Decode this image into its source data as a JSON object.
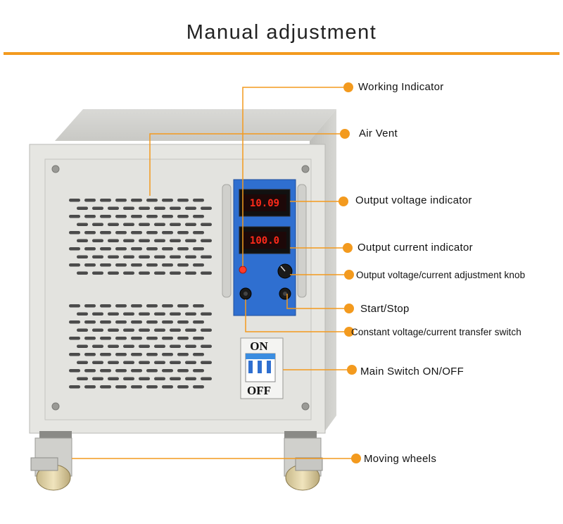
{
  "title": "Manual adjustment",
  "colors": {
    "accent": "#f39a1e",
    "panel": "#2f6fd0",
    "cabinet": "#e4e4e0"
  },
  "displays": {
    "voltage": "10.09",
    "current": "100.0"
  },
  "switch": {
    "on_label": "ON",
    "off_label": "OFF"
  },
  "callouts": [
    {
      "id": "working-indicator",
      "label": "Working Indicator"
    },
    {
      "id": "air-vent",
      "label": "Air Vent"
    },
    {
      "id": "output-voltage-indicator",
      "label": "Output voltage indicator"
    },
    {
      "id": "output-current-indicator",
      "label": "Output current indicator"
    },
    {
      "id": "adjustment-knob",
      "label": "Output voltage/current adjustment knob"
    },
    {
      "id": "start-stop",
      "label": "Start/Stop"
    },
    {
      "id": "transfer-switch",
      "label": "Constant voltage/current transfer switch"
    },
    {
      "id": "main-switch",
      "label": "Main Switch ON/OFF"
    },
    {
      "id": "moving-wheels",
      "label": "Moving wheels"
    }
  ]
}
